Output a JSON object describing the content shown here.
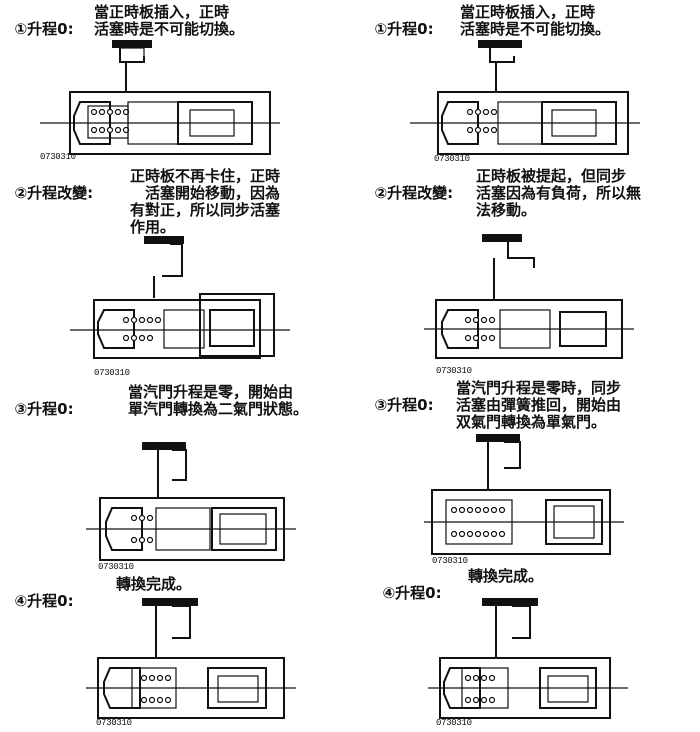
{
  "figure_code": "0730310",
  "left": {
    "step1": {
      "num": "①",
      "label": "升程0:",
      "text1": "當正時板插入，正時",
      "text2": "活塞時是不可能切換。"
    },
    "step2": {
      "num": "②",
      "label": "升程改變:",
      "text1": "正時板不再卡住，正時",
      "text2": "活塞開始移動，因為",
      "text3": "有對正，所以同步活塞",
      "text4": "作用。"
    },
    "step3": {
      "num": "③",
      "label": "升程0:",
      "text1": "當汽門升程是零，開始由",
      "text2": "單汽門轉換為二氣門狀態。"
    },
    "step4": {
      "num": "④",
      "label": "升程0:",
      "text1": "轉換完成。"
    }
  },
  "right": {
    "step1": {
      "num": "①",
      "label": "升程0:",
      "text1": "當正時板插入，正時",
      "text2": "活塞時是不可能切換。"
    },
    "step2": {
      "num": "②",
      "label": "升程改變:",
      "text1": "正時板被提起，但同步",
      "text2": "活塞因為有負荷，所以無",
      "text3": "法移動。"
    },
    "step3": {
      "num": "③",
      "label": "升程0:",
      "text1": "當汽門升程是零時，同步",
      "text2": "活塞由彈簧推回，開始由",
      "text3": "双氣門轉換為單氣門。"
    },
    "step4": {
      "num": "④",
      "label": "升程0:",
      "text1": "轉換完成。"
    }
  }
}
